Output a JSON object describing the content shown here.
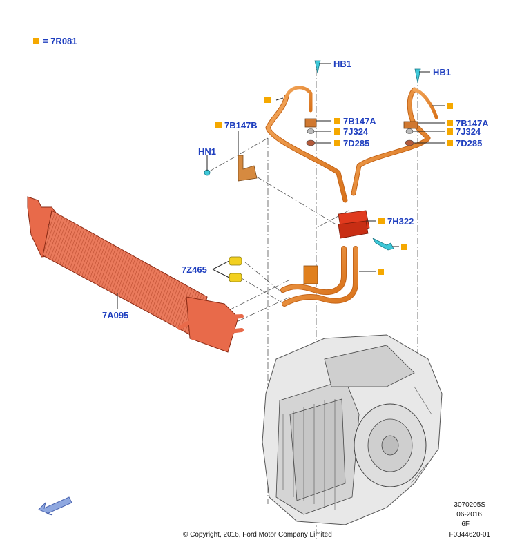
{
  "legend": {
    "symbol_color": "#f5a800",
    "text": "= 7R081"
  },
  "callouts": {
    "hb1_left": "HB1",
    "hb1_right": "HB1",
    "b147a_left": "7B147A",
    "b147a_right": "7B147A",
    "j324_left": "7J324",
    "j324_right": "7J324",
    "d285_left": "7D285",
    "d285_right": "7D285",
    "b147b": "7B147B",
    "hn1": "HN1",
    "h322": "7H322",
    "z465": "7Z465",
    "a095": "7A095"
  },
  "footer": {
    "doc_id": "3070205S",
    "date": "06-2016",
    "variant": "6F",
    "figure_id": "F0344620-01",
    "copyright": "© Copyright, 2016, Ford Motor Company Limited"
  },
  "colors": {
    "callout_text": "#1f3fbf",
    "marker": "#f5a800",
    "pipe": "#e0801e",
    "cooler": "#e86a4a",
    "block": "#e03a1e",
    "fastener": "#3ec8d8",
    "nav_arrow": "#8fa8e0"
  },
  "icons": {
    "nav": "arrow-down-left-icon"
  }
}
